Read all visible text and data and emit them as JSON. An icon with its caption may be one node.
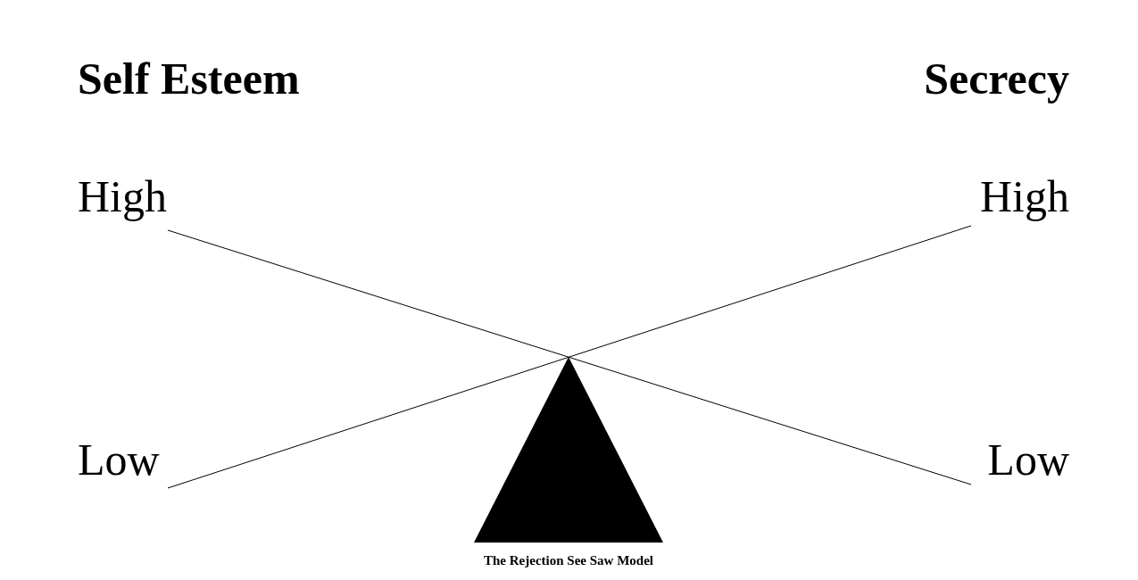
{
  "diagram": {
    "caption": "The Rejection See Saw Model",
    "nodes": [
      {
        "text": [
          "High"
        ]
      },
      {
        "text": [
          "High"
        ]
      },
      {
        "text": [
          "Low"
        ]
      },
      {
        "text": [
          "Low"
        ]
      },
      {
        "text": [],
        "shape": "triangle"
      }
    ],
    "edges": [
      {
        "from": 0,
        "to": 3,
        "arrow": "none"
      },
      {
        "from": 2,
        "to": 1,
        "arrow": "none"
      }
    ],
    "labels": [
      "Self Esteem",
      "Secrecy"
    ]
  }
}
